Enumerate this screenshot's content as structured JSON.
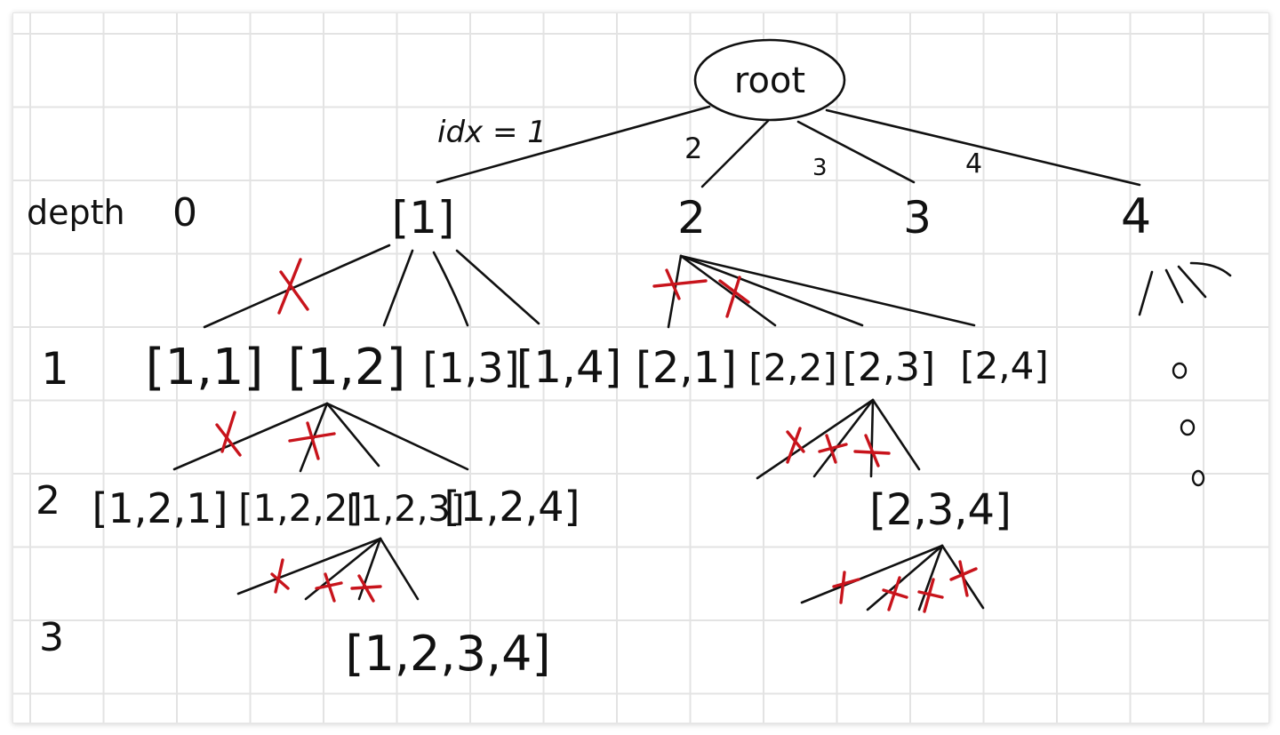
{
  "root": {
    "label": "root"
  },
  "idx_label": "idx = 1",
  "edge_labels": [
    "2",
    "3",
    "4"
  ],
  "depth": {
    "header": "depth",
    "levels": [
      "0",
      "1",
      "2",
      "3"
    ]
  },
  "nodes": {
    "d0": [
      "[1]",
      "2",
      "3",
      "4"
    ],
    "d1": [
      "[1,1]",
      "[1,2]",
      "[1,3]",
      "[1,4]",
      "[2,1]",
      "[2,2]",
      "[2,3]",
      "[2,4]"
    ],
    "d2": [
      "[1,2,1]",
      "[1,2,2]",
      "[1,2,3]",
      "[1,2,4]",
      "[2,3,4]"
    ],
    "d3": [
      "[1,2,3,4]"
    ]
  },
  "ellipsis": "o o o",
  "colors": {
    "ink": "#111111",
    "prune_mark": "#c8141c",
    "grid": "#e3e3e3"
  }
}
